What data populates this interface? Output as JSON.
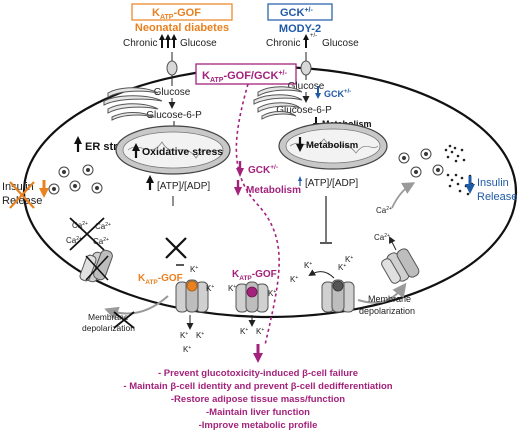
{
  "colors": {
    "orange": "#e8811f",
    "blue": "#1f5aa6",
    "purple": "#a3227c",
    "dark": "#222222",
    "grey_fill": "#c8c8c8",
    "grey_stroke": "#555555"
  },
  "left_box": {
    "title": "K",
    "title_sub": "ATP",
    "title_rest": "-GOF",
    "subtitle": "Neonatal diabetes"
  },
  "right_box": {
    "title": "GCK",
    "title_sup": "+/-",
    "subtitle": "MODY-2"
  },
  "center_box": {
    "k": "K",
    "k_sub": "ATP",
    "mid": "-GOF/GCK",
    "gck_sup": "+/-"
  },
  "labels": {
    "chronic": "Chronic",
    "glucose": "Glucose",
    "glucose6p": "Glucose-6-P",
    "er_stress": "ER stress",
    "oxidative_stress": "Oxidative stress",
    "atp_adp": "[ATP]/[ADP]",
    "metabolism": "Metabolism",
    "gck": "GCK",
    "gck_sup": "+/-",
    "insulin": "Insulin",
    "release": "Release",
    "katp_gof_k": "K",
    "katp_gof_sub": "ATP",
    "katp_gof_rest": "-GOF",
    "membrane": "Membrane",
    "depolarization": "depolarization",
    "k": "K",
    "plus": "+",
    "ca": "Ca",
    "ca_sup": "2+"
  },
  "outcomes": [
    "- Prevent glucotoxicity-induced β-cell failure",
    "- Maintain β-cell identity and prevent β-cell dedifferentiation",
    "-Restore adipose tissue mass/function",
    "-Maintain liver function",
    "-Improve metabolic profile"
  ]
}
